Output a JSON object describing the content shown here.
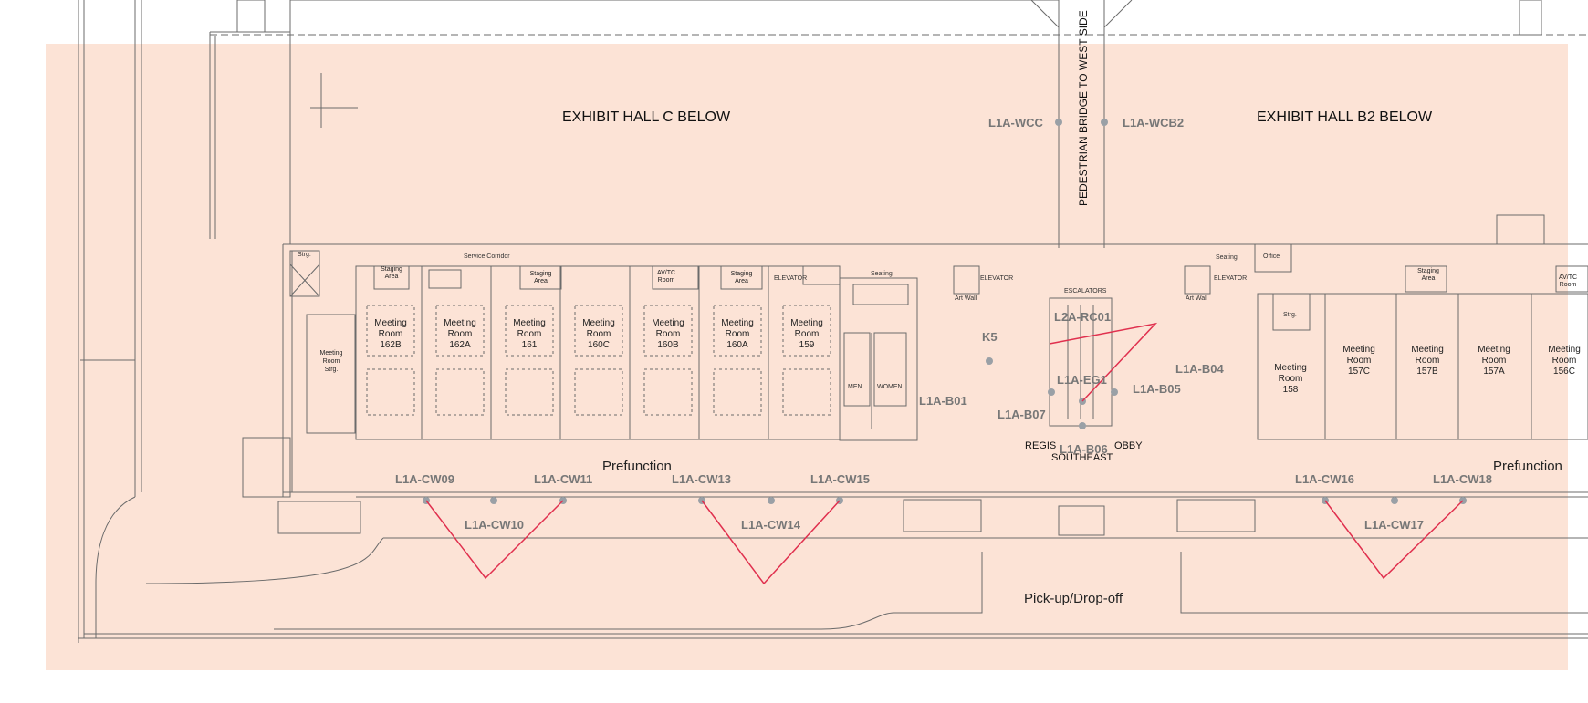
{
  "halls": {
    "c": "EXHIBIT HALL C BELOW",
    "b2": "EXHIBIT HALL B2 BELOW"
  },
  "bridge_label": "PEDESTRIAN BRIDGE TO WEST SIDE",
  "areas": {
    "prefunction_west": "Prefunction",
    "prefunction_east": "Prefunction",
    "pickup": "Pick-up/Drop-off",
    "registration_left": "REGIS",
    "registration_right": "OBBY",
    "southeast": "SOUTHEAST",
    "escalators": "ESCALATORS",
    "service_corridor": "Service Corridor"
  },
  "rooms": {
    "r162b": "Meeting\nRoom\n162B",
    "r162a": "Meeting\nRoom\n162A",
    "r161": "Meeting\nRoom\n161",
    "r160c": "Meeting\nRoom\n160C",
    "r160b": "Meeting\nRoom\n160B",
    "r160a": "Meeting\nRoom\n160A",
    "r159": "Meeting\nRoom\n159",
    "r158": "Meeting\nRoom\n158",
    "r157c": "Meeting\nRoom\n157C",
    "r157b": "Meeting\nRoom\n157B",
    "r157a": "Meeting\nRoom\n157A",
    "r156c": "Meeting\nRoom\n156C",
    "strg_room": "Meeting\nRoom\nStrg."
  },
  "small_labels": {
    "strg1": "Strg.",
    "strg2": "Strg.",
    "staging1": "Staging\nArea",
    "staging2": "Staging\nArea",
    "staging3": "Staging\nArea",
    "staging4": "Staging\nArea",
    "avtc1": "AV/TC\nRoom",
    "avtc2": "AV/TC\nRoom",
    "elevator1": "ELEVATOR",
    "elevator2": "ELEVATOR",
    "elevator3": "ELEVATOR",
    "seating1": "Seating",
    "seating2": "Seating",
    "office": "Office",
    "artwall1": "Art Wall",
    "artwall2": "Art Wall",
    "men": "MEN",
    "women": "WOMEN"
  },
  "codes": {
    "wcc": "L1A-WCC",
    "wcb2": "L1A-WCB2",
    "k5": "K5",
    "rc01": "L2A-RC01",
    "eg1": "L1A-EG1",
    "b01": "L1A-B01",
    "b04": "L1A-B04",
    "b05": "L1A-B05",
    "b06": "L1A-B06",
    "b07": "L1A-B07",
    "cw09": "L1A-CW09",
    "cw10": "L1A-CW10",
    "cw11": "L1A-CW11",
    "cw13": "L1A-CW13",
    "cw14": "L1A-CW14",
    "cw15": "L1A-CW15",
    "cw16": "L1A-CW16",
    "cw17": "L1A-CW17",
    "cw18": "L1A-CW18"
  },
  "colors": {
    "highlight": "#fce3d6",
    "line": "#6b6b6b",
    "marker": "#9aa0a6",
    "view_cone": "#e0304e",
    "code_text": "#777777"
  }
}
